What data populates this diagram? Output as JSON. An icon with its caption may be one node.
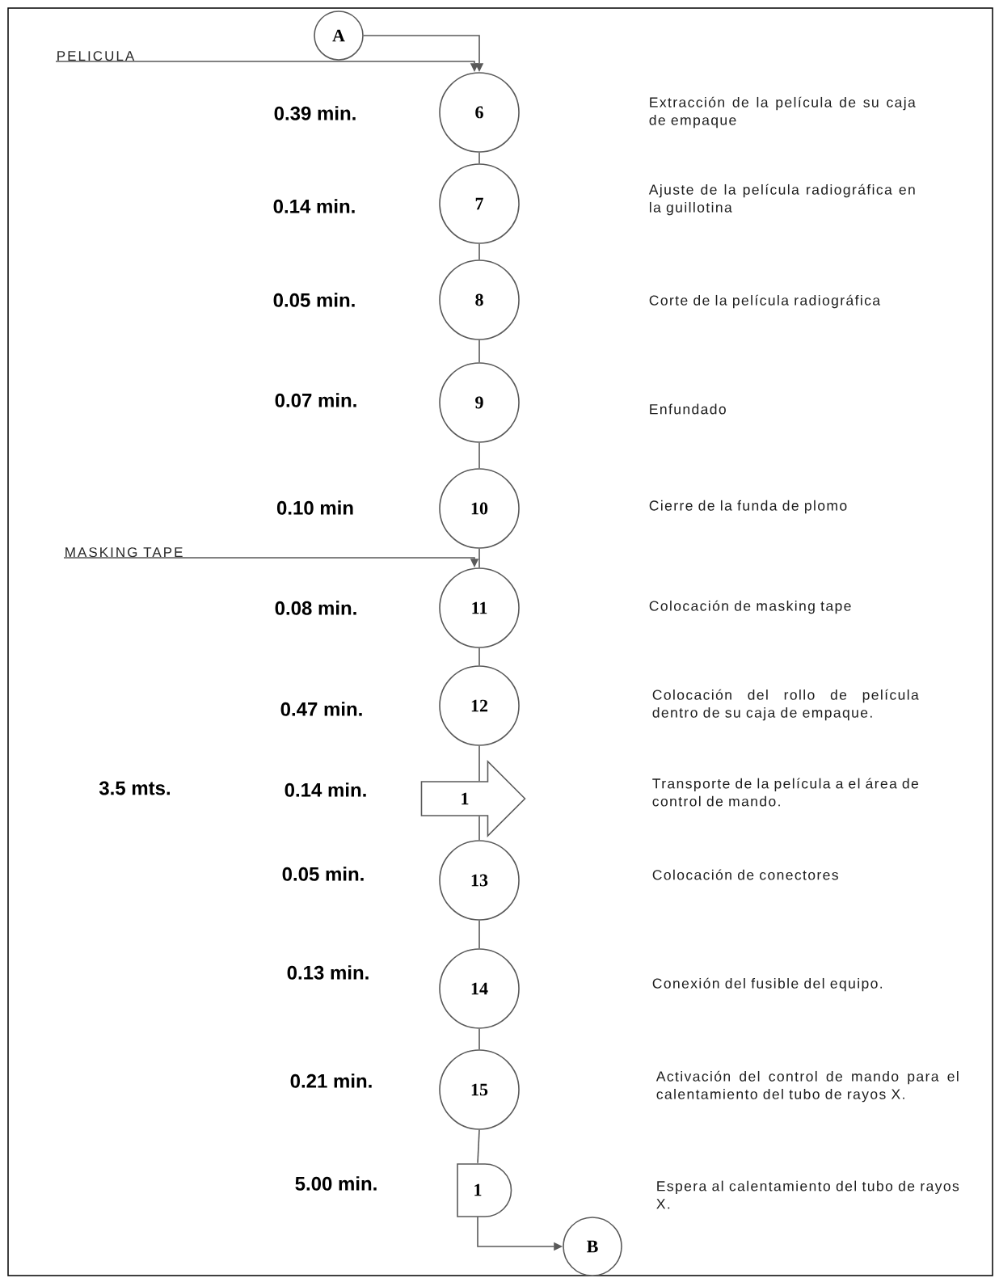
{
  "diagram": {
    "nodes": [
      {
        "text": [
          "A"
        ]
      },
      {
        "text": [
          "PELICULA"
        ]
      },
      {
        "text": [
          "6"
        ]
      },
      {
        "text": [
          "7"
        ]
      },
      {
        "text": [
          "8"
        ]
      },
      {
        "text": [
          "9"
        ]
      },
      {
        "text": [
          "10"
        ]
      },
      {
        "text": [
          "MASKING TAPE"
        ]
      },
      {
        "text": [
          "11"
        ]
      },
      {
        "text": [
          "12"
        ]
      },
      {
        "text": [
          "1"
        ]
      },
      {
        "text": [
          "13"
        ]
      },
      {
        "text": [
          "14"
        ]
      },
      {
        "text": [
          "15"
        ]
      },
      {
        "text": [
          "1"
        ]
      },
      {
        "text": [
          "B"
        ]
      }
    ],
    "edges": [
      {
        "from": 0,
        "to": 2,
        "arrow": "to"
      },
      {
        "from": 1,
        "to": 2,
        "arrow": "to"
      },
      {
        "from": 2,
        "to": 3,
        "arrow": "none"
      },
      {
        "from": 3,
        "to": 4,
        "arrow": "none"
      },
      {
        "from": 4,
        "to": 5,
        "arrow": "none"
      },
      {
        "from": 5,
        "to": 6,
        "arrow": "none"
      },
      {
        "from": 6,
        "to": 8,
        "arrow": "none"
      },
      {
        "from": 7,
        "to": 8,
        "arrow": "to"
      },
      {
        "from": 8,
        "to": 9,
        "arrow": "none"
      },
      {
        "from": 9,
        "to": 10,
        "arrow": "none"
      },
      {
        "from": 10,
        "to": 11,
        "arrow": "none"
      },
      {
        "from": 11,
        "to": 12,
        "arrow": "none"
      },
      {
        "from": 12,
        "to": 13,
        "arrow": "none"
      },
      {
        "from": 13,
        "to": 14,
        "arrow": "none"
      },
      {
        "from": 14,
        "to": 15,
        "arrow": "to"
      }
    ],
    "labels": [
      "0.39 min.",
      "Extracción de la película de su caja de empaque",
      "0.14 min.",
      "Ajuste de la película radiográfica en la guillotina",
      "0.05 min.",
      "Corte de la película radiográfica",
      "0.07 min.",
      "Enfundado",
      "0.10 min",
      "Cierre de la funda de plomo",
      "0.08 min.",
      "Colocación de masking tape",
      "0.47 min.",
      "Colocación del rollo de película dentro de su caja de empaque.",
      "3.5 mts.",
      "0.14 min.",
      "Transporte de la película a el área de control de mando.",
      "0.05 min.",
      "Colocación de conectores",
      "0.13 min.",
      "Conexión del fusible del equipo.",
      "0.21 min.",
      "Activación del control de mando para el calentamiento del tubo de rayos X.",
      "5.00 min.",
      "Espera al calentamiento del tubo de rayos X."
    ]
  }
}
